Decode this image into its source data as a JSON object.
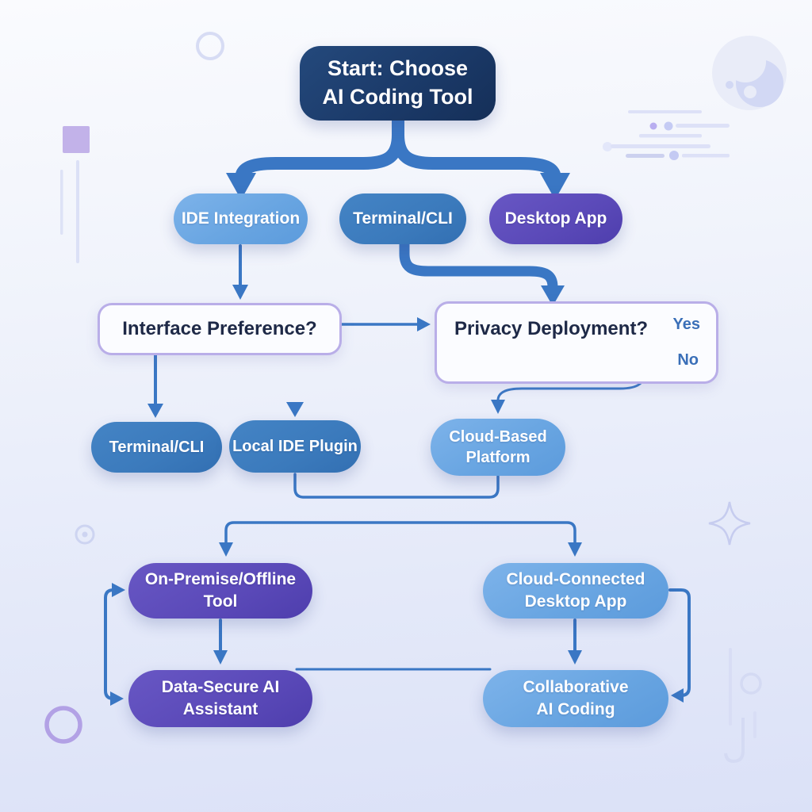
{
  "diagram": {
    "title_node": "Start: Choose\nAI Coding Tool",
    "nodes": {
      "start": {
        "label": "Start: Choose\nAI Coding Tool",
        "color": "#1b3a69"
      },
      "ide_integration": {
        "label": "IDE Integration",
        "color": "#67a4e1"
      },
      "terminal_cli_top": {
        "label": "Terminal/CLI",
        "color": "#3b7abc"
      },
      "desktop_app": {
        "label": "Desktop App",
        "color": "#5a49b8"
      },
      "interface_preference": {
        "label": "Interface Preference?",
        "color": "#fbfcff"
      },
      "privacy_deployment": {
        "label": "Privacy Deployment?",
        "yes_label": "Yes",
        "no_label": "No",
        "color": "#fbfcff"
      },
      "terminal_cli": {
        "label": "Terminal/CLI",
        "color": "#3b7abc"
      },
      "local_ide_plugin": {
        "label": "Local IDE Plugin",
        "color": "#3b7abc"
      },
      "cloud_based_platform": {
        "label": "Cloud-Based\nPlatform",
        "color": "#72aae4"
      },
      "on_premise_tool": {
        "label": "On-Premise/Offline\nTool",
        "color": "#5a49b8"
      },
      "cloud_connected_app": {
        "label": "Cloud-Connected\nDesktop App",
        "color": "#72aae4"
      },
      "data_secure_assistant": {
        "label": "Data-Secure AI\nAssistant",
        "color": "#5a49b8"
      },
      "collaborative_coding": {
        "label": "Collaborative\nAI Coding",
        "color": "#72aae4"
      }
    },
    "edges": [
      {
        "from": "start",
        "to": "ide_integration"
      },
      {
        "from": "start",
        "to": "desktop_app"
      },
      {
        "from": "ide_integration",
        "to": "interface_preference"
      },
      {
        "from": "terminal_cli_top",
        "to": "privacy_deployment"
      },
      {
        "from": "interface_preference",
        "to": "privacy_deployment"
      },
      {
        "from": "interface_preference",
        "to": "terminal_cli"
      },
      {
        "from": "interface_preference",
        "to": "local_ide_plugin"
      },
      {
        "from": "privacy_deployment",
        "to": "cloud_based_platform",
        "label": "No"
      },
      {
        "from": "local_ide_plugin",
        "to": "cloud_based_platform"
      },
      {
        "from": "bus",
        "to": "on_premise_tool"
      },
      {
        "from": "bus",
        "to": "cloud_connected_app"
      },
      {
        "from": "on_premise_tool",
        "to": "data_secure_assistant"
      },
      {
        "from": "cloud_connected_app",
        "to": "collaborative_coding"
      },
      {
        "from": "data_secure_assistant",
        "to": "collaborative_coding"
      }
    ],
    "palette": {
      "connector_blue": "#3a77c4",
      "navy": "#1b3a69",
      "light_blue": "#72aae4",
      "mid_blue": "#3b7abc",
      "purple": "#5a49b8",
      "question_border": "#b9aee8",
      "question_text": "#1e2947",
      "branch_text": "#3a6fb8",
      "decor_lavender": "#d6dbf4"
    }
  }
}
